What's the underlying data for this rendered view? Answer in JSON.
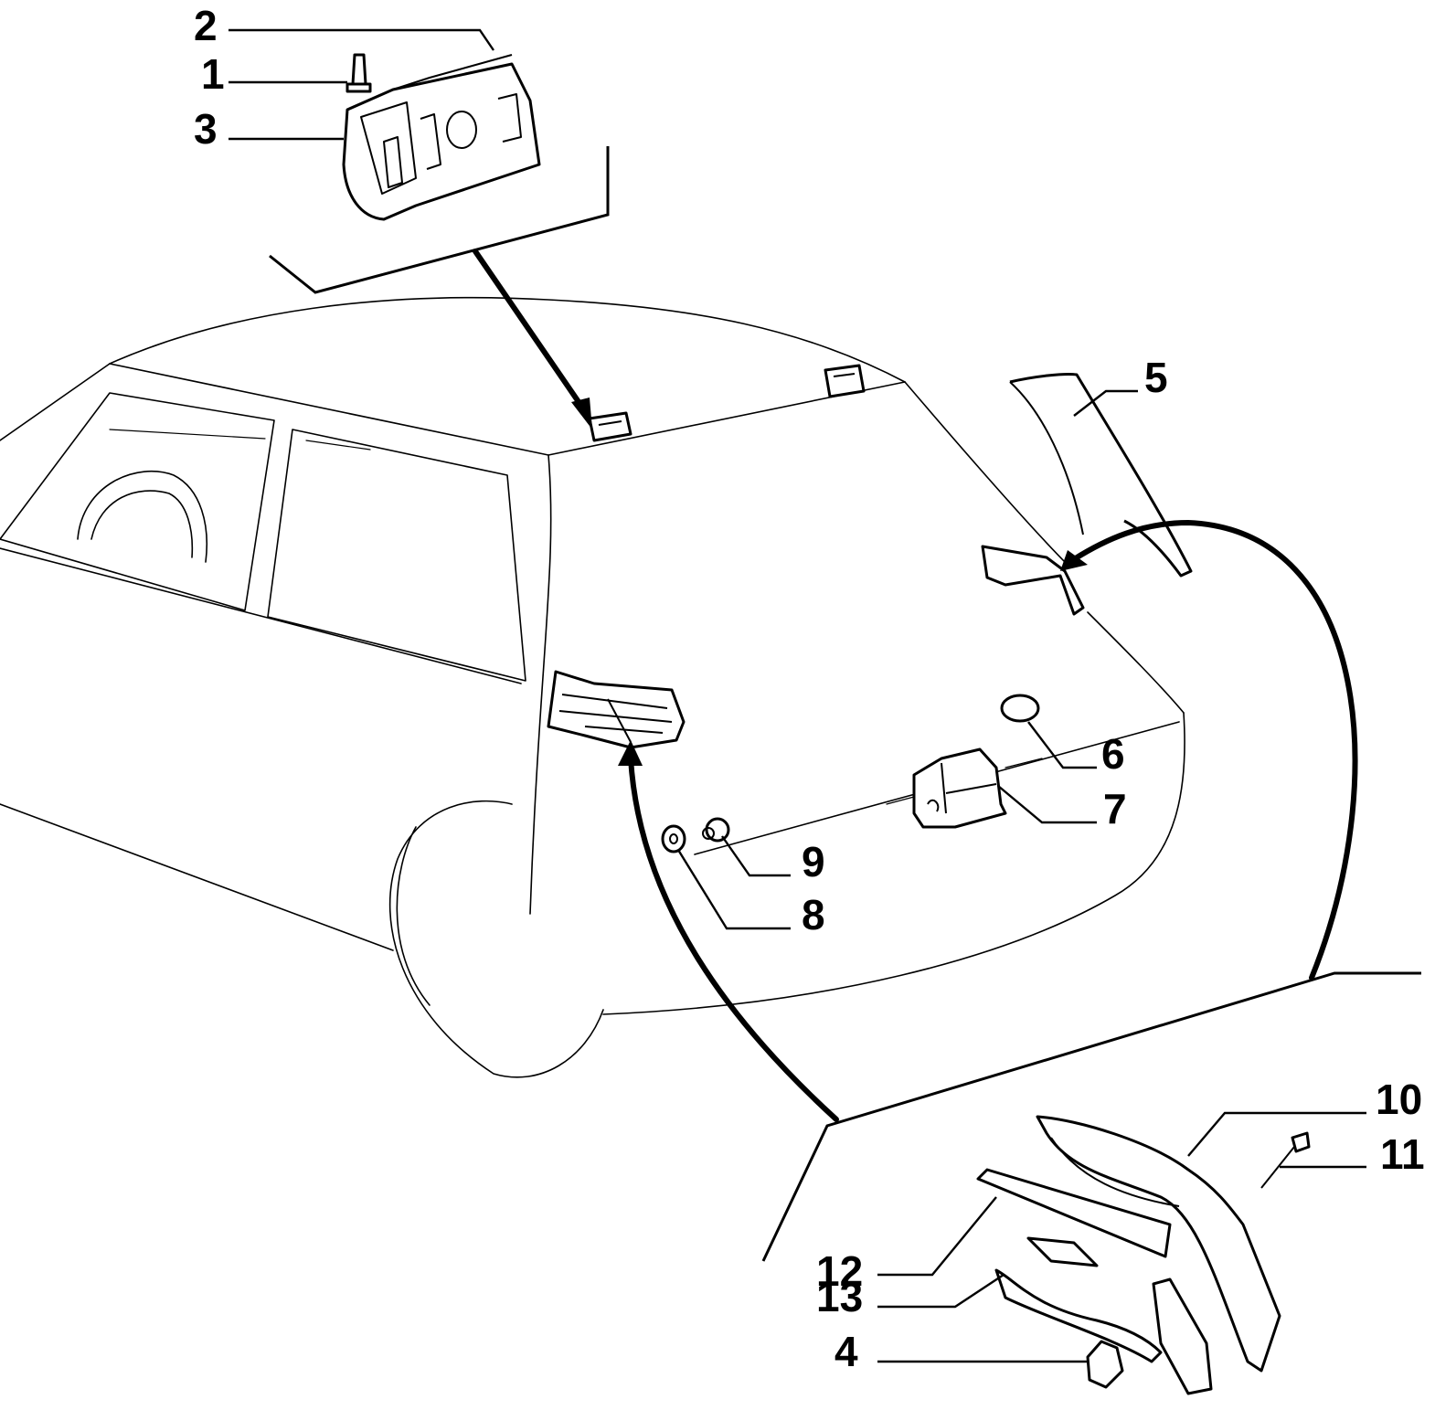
{
  "callouts": [
    {
      "id": "c2",
      "label": "2"
    },
    {
      "id": "c1",
      "label": "1"
    },
    {
      "id": "c3",
      "label": "3"
    },
    {
      "id": "c5",
      "label": "5"
    },
    {
      "id": "c6",
      "label": "6"
    },
    {
      "id": "c7",
      "label": "7"
    },
    {
      "id": "c9",
      "label": "9"
    },
    {
      "id": "c8",
      "label": "8"
    },
    {
      "id": "c10",
      "label": "10"
    },
    {
      "id": "c11",
      "label": "11"
    },
    {
      "id": "c12",
      "label": "12"
    },
    {
      "id": "c13",
      "label": "13"
    },
    {
      "id": "c4",
      "label": "4"
    }
  ],
  "colors": {
    "ink": "#000000",
    "paper": "#ffffff"
  }
}
